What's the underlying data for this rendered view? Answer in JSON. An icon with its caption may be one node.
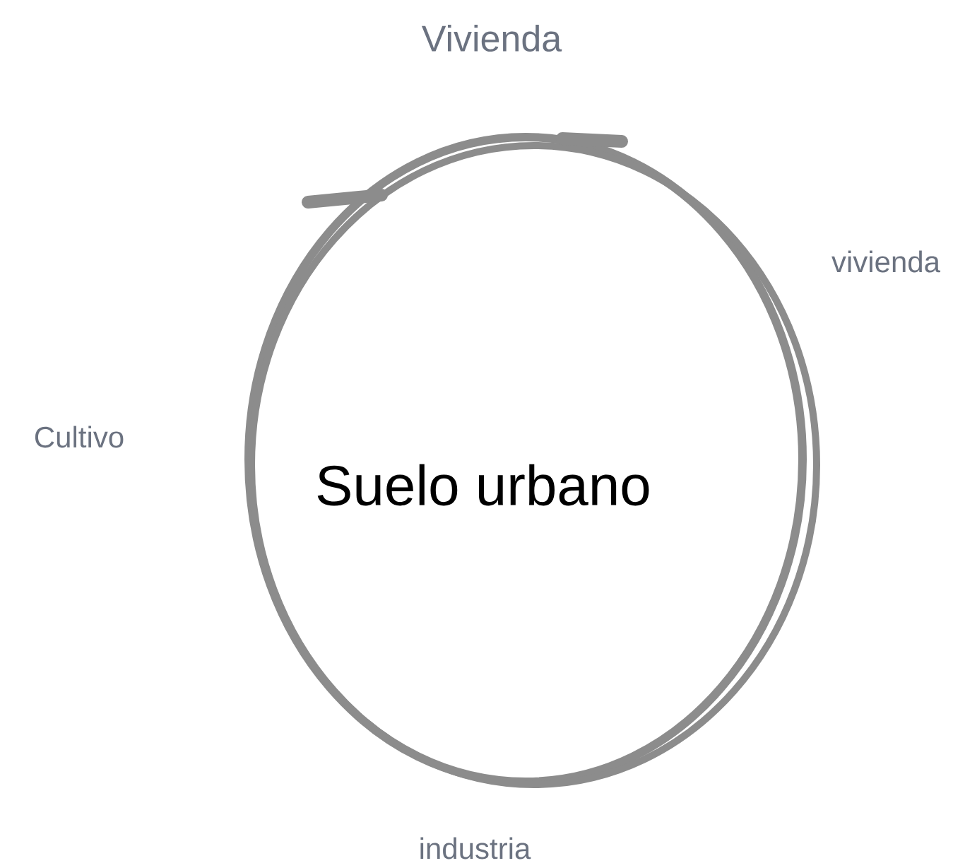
{
  "diagram": {
    "nodes": [
      {
        "text": [
          "Suelo urbano"
        ]
      }
    ],
    "labels": [
      "Vivienda",
      "vivienda",
      "Cultivo",
      "industria"
    ]
  }
}
